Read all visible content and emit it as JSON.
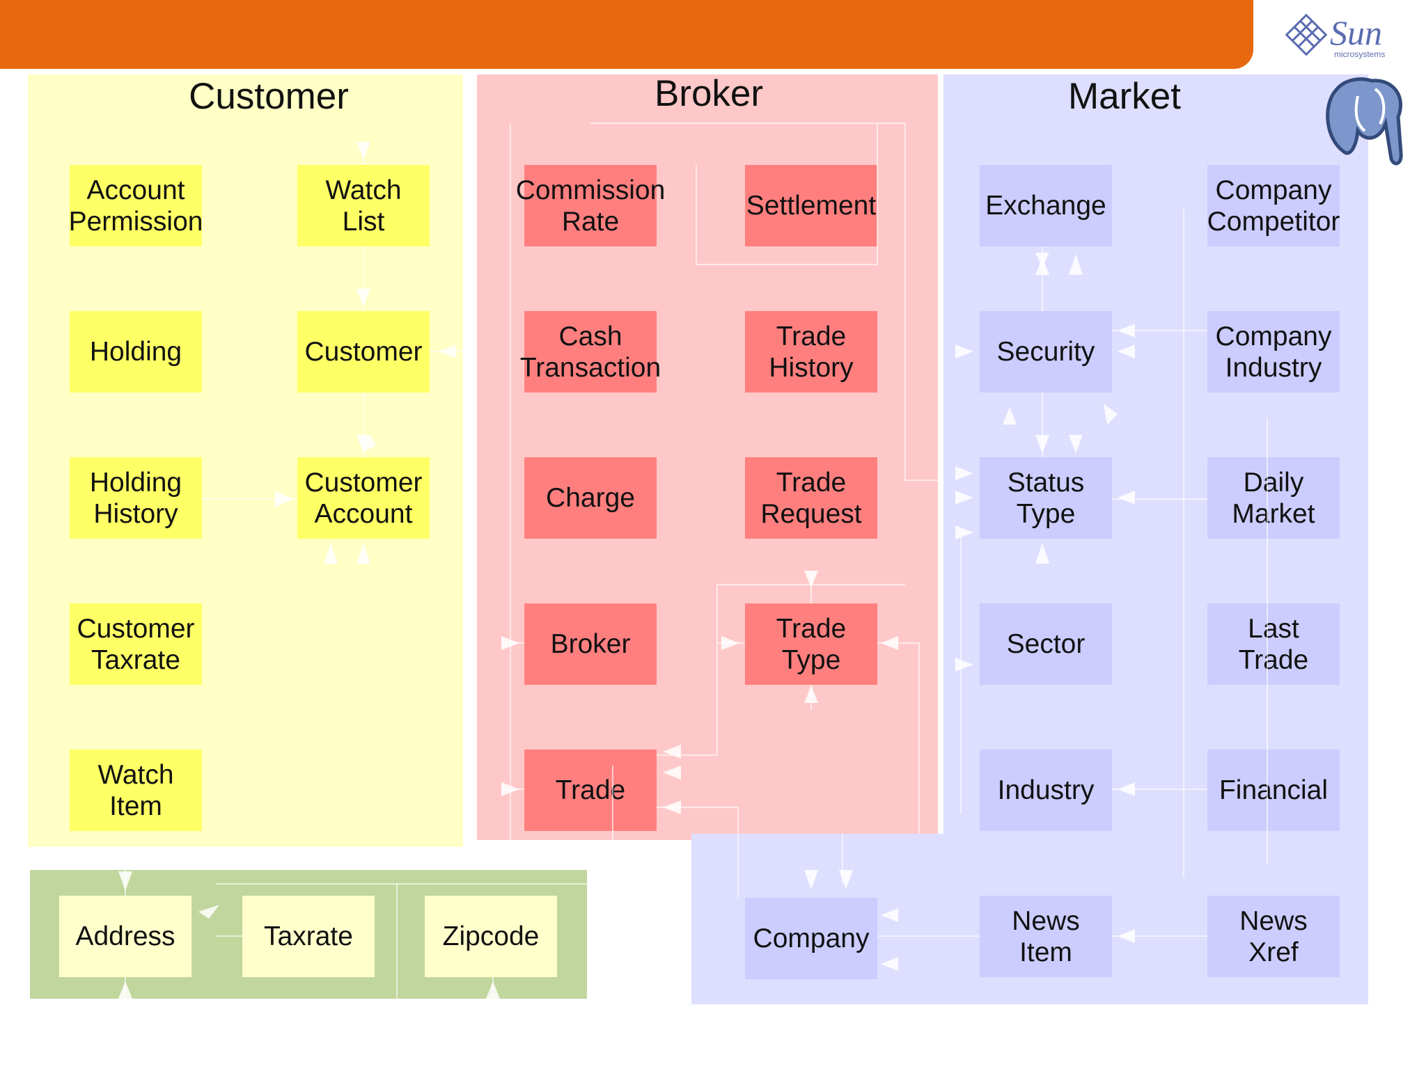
{
  "colors": {
    "header_bar": "#e8680f",
    "customer_region": "#ffffc6",
    "customer_box": "#ffff66",
    "broker_region": "#ffc8c8",
    "broker_box": "#ff7f7f",
    "market_region": "#dedeff",
    "market_box": "#ccccff",
    "dimension_region": "#c1d69d",
    "dimension_box": "#ffffcc",
    "sun_logo": "#5a6cb0"
  },
  "logo": {
    "name": "Sun",
    "tagline": "microsystems",
    "icon": "sun-logo-icon"
  },
  "mascot": {
    "icon": "postgresql-elephant-icon"
  },
  "regions": {
    "customer": {
      "title": "Customer"
    },
    "broker": {
      "title": "Broker"
    },
    "market": {
      "title": "Market"
    }
  },
  "tables": {
    "account_permission": "Account\nPermission",
    "watch_list": "Watch\nList",
    "holding": "Holding",
    "customer": "Customer",
    "holding_history": "Holding\nHistory",
    "customer_account": "Customer\nAccount",
    "customer_taxrate": "Customer\nTaxrate",
    "watch_item": "Watch\nItem",
    "commission_rate": "Commission\nRate",
    "settlement": "Settlement",
    "cash_transaction": "Cash\nTransaction",
    "trade_history": "Trade\nHistory",
    "charge": "Charge",
    "trade_request": "Trade\nRequest",
    "broker": "Broker",
    "trade_type": "Trade\nType",
    "trade": "Trade",
    "exchange": "Exchange",
    "company_competitor": "Company\nCompetitor",
    "security": "Security",
    "company_industry": "Company\nIndustry",
    "status_type": "Status\nType",
    "daily_market": "Daily\nMarket",
    "sector": "Sector",
    "last_trade": "Last\nTrade",
    "industry": "Industry",
    "financial": "Financial",
    "company": "Company",
    "news_item": "News\nItem",
    "news_xref": "News\nXref",
    "address": "Address",
    "taxrate": "Taxrate",
    "zipcode": "Zipcode"
  }
}
